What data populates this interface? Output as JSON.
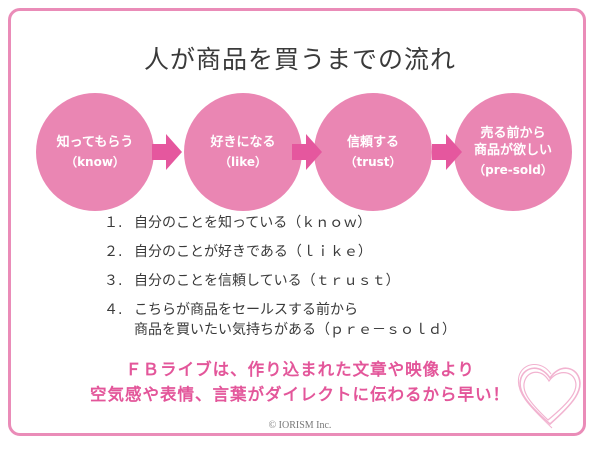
{
  "title": "人が商品を買うまでの流れ",
  "steps": [
    {
      "line1": "知ってもらう",
      "line2": "（know）"
    },
    {
      "line1": "好きになる",
      "line2": "（like）"
    },
    {
      "line1": "信頼する",
      "line2": "（trust）"
    },
    {
      "line1": "売る前から",
      "line1b": "商品が欲しい",
      "line2": "（pre-sold）"
    }
  ],
  "list": [
    {
      "num": "１.",
      "text": "自分のことを知っている（ｋｎｏｗ）"
    },
    {
      "num": "２.",
      "text": "自分のことが好きである（ｌｉｋｅ）"
    },
    {
      "num": "３.",
      "text": "自分のことを信頼している（ｔｒｕｓｔ）"
    },
    {
      "num": "４.",
      "text": "こちらが商品をセールスする前から",
      "text2": "商品を買いたい気持ちがある（ｐｒｅ－ｓｏｌｄ）"
    }
  ],
  "message": {
    "line1": "ＦＢライブは、作り込まれた文章や映像より",
    "line2": "空気感や表情、言葉がダイレクトに伝わるから早い！"
  },
  "copyright": "© IORISM Inc.",
  "colors": {
    "accent": "#ea86b3",
    "frame": "#ea8cb8",
    "message": "#e3569a"
  }
}
